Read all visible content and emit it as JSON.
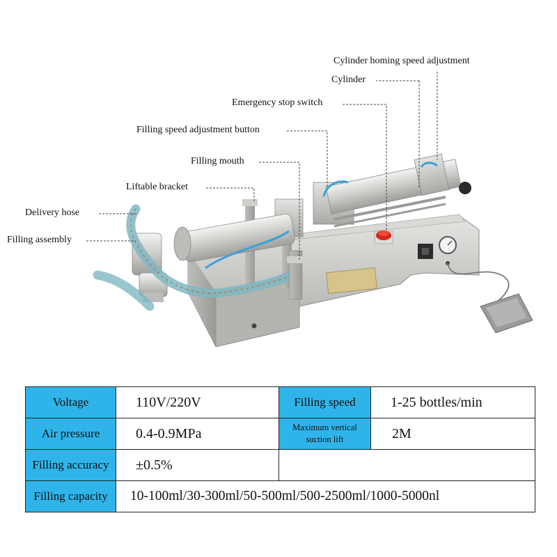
{
  "labels": {
    "homing_adjust": "Cylinder homing speed adjustment",
    "cylinder": "Cylinder",
    "emergency_stop": "Emergency stop switch",
    "speed_button": "Filling speed adjustment button",
    "filling_mouth": "Filling mouth",
    "liftable_bracket": "Liftable bracket",
    "delivery_hose": "Delivery hose",
    "filling_assembly": "Filling assembly"
  },
  "specs": {
    "voltage": {
      "label": "Voltage",
      "value": "110V/220V"
    },
    "filling_speed": {
      "label": "Filling speed",
      "value": "1-25 bottles/min"
    },
    "air_pressure": {
      "label": "Air pressure",
      "value": "0.4-0.9MPa"
    },
    "suction_lift": {
      "label_line1": "Maximum vertical",
      "label_line2": "suction lift",
      "value": "2M"
    },
    "filling_accuracy": {
      "label": "Filling accuracy",
      "value": "±0.5%"
    },
    "filling_capacity": {
      "label": "Filling capacity",
      "value": "10-100ml/30-300ml/50-500ml/500-2500ml/1000-5000nl"
    }
  },
  "colors": {
    "label_cell": "#2fb4ea",
    "machine_steel": "#c9c9c6",
    "emergency_red": "#d8261c",
    "hose_teal": "#7fb7c2"
  }
}
